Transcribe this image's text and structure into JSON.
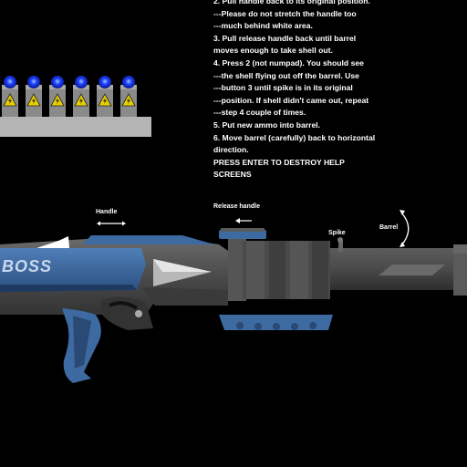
{
  "help": {
    "lines": [
      "2. Pull handle back to its original position.",
      "---Please do not stretch the handle too",
      "---much behind white area.",
      "3. Pull release handle back until barrel",
      "moves enough to take shell out.",
      "4. Press 2 (not numpad). You should see",
      "---the shell flying out off the barrel. Use",
      "---button 3 until spike is in its original",
      "---position. If shell didn't came out, repeat",
      "---step 4 couple of times.",
      "5. Put new ammo into barrel.",
      "6. Move barrel (carefully) back to horizontal",
      "   direction."
    ],
    "footer_line1": "PRESS ENTER TO DESTROY HELP",
    "footer_line2": "SCREENS"
  },
  "gun_labels": {
    "handle": "Handle",
    "release_handle": "Release handle",
    "spike": "Spike",
    "barrel": "Barrel",
    "brand": "BOSS"
  },
  "ammo": {
    "count": 6
  },
  "colors": {
    "background": "#000000",
    "gun_body": "#4a4a4a",
    "gun_blue": "#3d6aa0",
    "gun_dark_blue": "#2a4a75",
    "shell_light": "#1a3dff",
    "shell_body": "#8a8a8a",
    "warning": "#e8d000",
    "tray": "#b4b4b4"
  }
}
